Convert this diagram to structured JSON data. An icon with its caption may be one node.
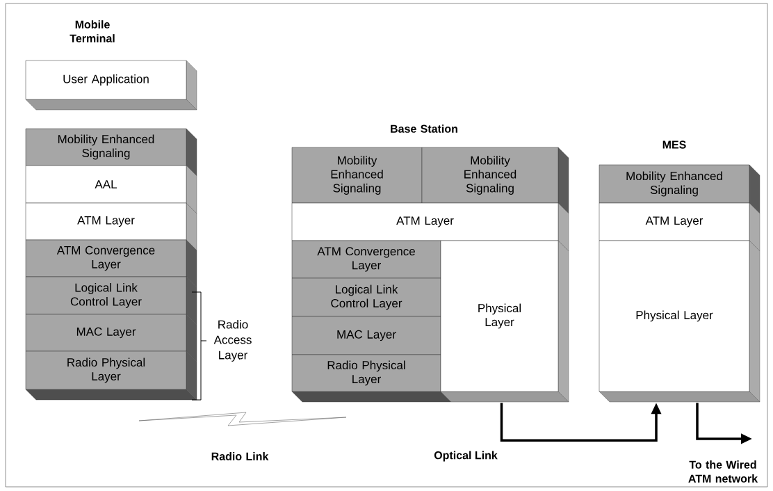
{
  "diagram": {
    "nodes": [
      {
        "text": [
          "User Application"
        ]
      },
      {
        "text": [
          "Mobility Enhanced Signaling"
        ]
      },
      {
        "text": [
          "AAL"
        ]
      },
      {
        "text": [
          "ATM Layer"
        ]
      },
      {
        "text": [
          "ATM Convergence Layer"
        ]
      },
      {
        "text": [
          "Logical Link Control Layer"
        ]
      },
      {
        "text": [
          "MAC Layer"
        ]
      },
      {
        "text": [
          "Radio Physical Layer"
        ]
      },
      {
        "text": [
          "Mobility Enhanced Signaling"
        ]
      },
      {
        "text": [
          "Mobility Enhanced Signaling"
        ]
      },
      {
        "text": [
          "ATM Layer"
        ]
      },
      {
        "text": [
          "ATM Convergence Layer"
        ]
      },
      {
        "text": [
          "Logical Link Control Layer"
        ]
      },
      {
        "text": [
          "MAC Layer"
        ]
      },
      {
        "text": [
          "Radio Physical Layer"
        ]
      },
      {
        "text": [
          "Physical Layer"
        ]
      },
      {
        "text": [
          "Mobility Enhanced Signaling"
        ]
      },
      {
        "text": [
          "ATM Layer"
        ]
      },
      {
        "text": [
          "Physical Layer"
        ]
      },
      {
        "text": [
          "To the Wired ATM network"
        ]
      }
    ],
    "edges": [
      {
        "from": 15,
        "to": 18,
        "arrow": "to",
        "label": "Optical Link"
      },
      {
        "from": 18,
        "to": 19,
        "arrow": "to"
      }
    ],
    "labels": [
      "Mobile Terminal",
      "Base Station",
      "MES",
      "Radio Access Layer",
      "Radio Link"
    ]
  }
}
